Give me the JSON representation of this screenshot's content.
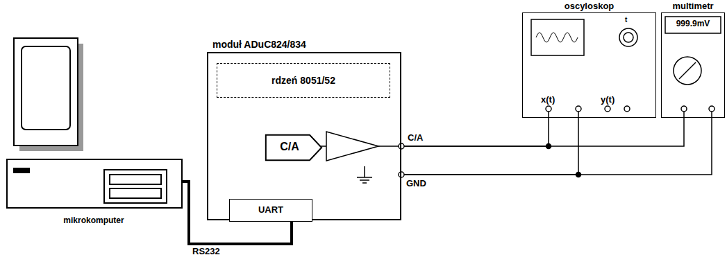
{
  "diagram": {
    "nodes": [
      {
        "text": [
          "mikrokomputer"
        ]
      },
      {
        "text": [
          "moduł ADuC824/834"
        ]
      },
      {
        "text": [
          "rdzeń 8051/52"
        ],
        "in": 1
      },
      {
        "text": [
          "C/A"
        ],
        "in": 1
      },
      {
        "text": [
          "UART"
        ],
        "in": 1
      },
      {
        "text": [
          "oscyloskop",
          "t",
          "x(t)",
          "y(t)"
        ]
      },
      {
        "text": [
          "multimetr",
          "999.9mV"
        ]
      }
    ],
    "edges": [
      {
        "from": 0,
        "to": 4,
        "label": "RS232",
        "arrow": "none"
      },
      {
        "from": 1,
        "to": 5,
        "arrow": "none"
      },
      {
        "from": 1,
        "to": 5,
        "arrow": "none"
      },
      {
        "from": 1,
        "to": 6,
        "arrow": "none"
      },
      {
        "from": 1,
        "to": 6,
        "arrow": "none"
      }
    ],
    "labels": [
      "C/A",
      "GND"
    ]
  }
}
